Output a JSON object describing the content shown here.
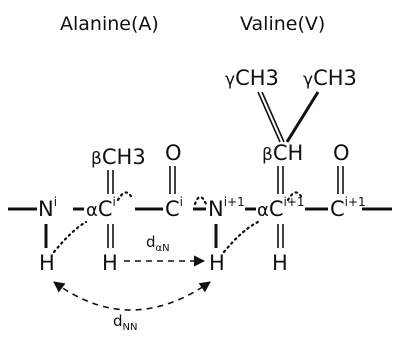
{
  "titles": {
    "residue_left": "Alanine(A)",
    "residue_right": "Valine(V)"
  },
  "backbone": {
    "n_i": {
      "el": "N",
      "sup": "i"
    },
    "ca_i": {
      "prefix": "α",
      "el": "C",
      "sup": "i"
    },
    "c_i": {
      "el": "C",
      "sup": "i"
    },
    "n_i1": {
      "el": "N",
      "sup": "i+1"
    },
    "ca_i1": {
      "prefix": "α",
      "el": "C",
      "sup": "i+1"
    },
    "c_i1": {
      "el": "C",
      "sup": "i+1"
    }
  },
  "side_atoms": {
    "h_n_i": "H",
    "h_ca_i": "H",
    "h_n_i1": "H",
    "h_ca_i1": "H",
    "o_i": "O",
    "o_i1": "O",
    "beta_ala": {
      "prefix": "β",
      "group": "CH3"
    },
    "beta_val": {
      "prefix": "β",
      "group": "CH"
    },
    "gamma1": {
      "prefix": "γ",
      "group": "CH3"
    },
    "gamma2": {
      "prefix": "γ",
      "group": "CH3"
    }
  },
  "distances": {
    "d_alpha_n": {
      "d": "d",
      "sub": "αN"
    },
    "d_nn": {
      "d": "d",
      "sub": "NN"
    }
  }
}
